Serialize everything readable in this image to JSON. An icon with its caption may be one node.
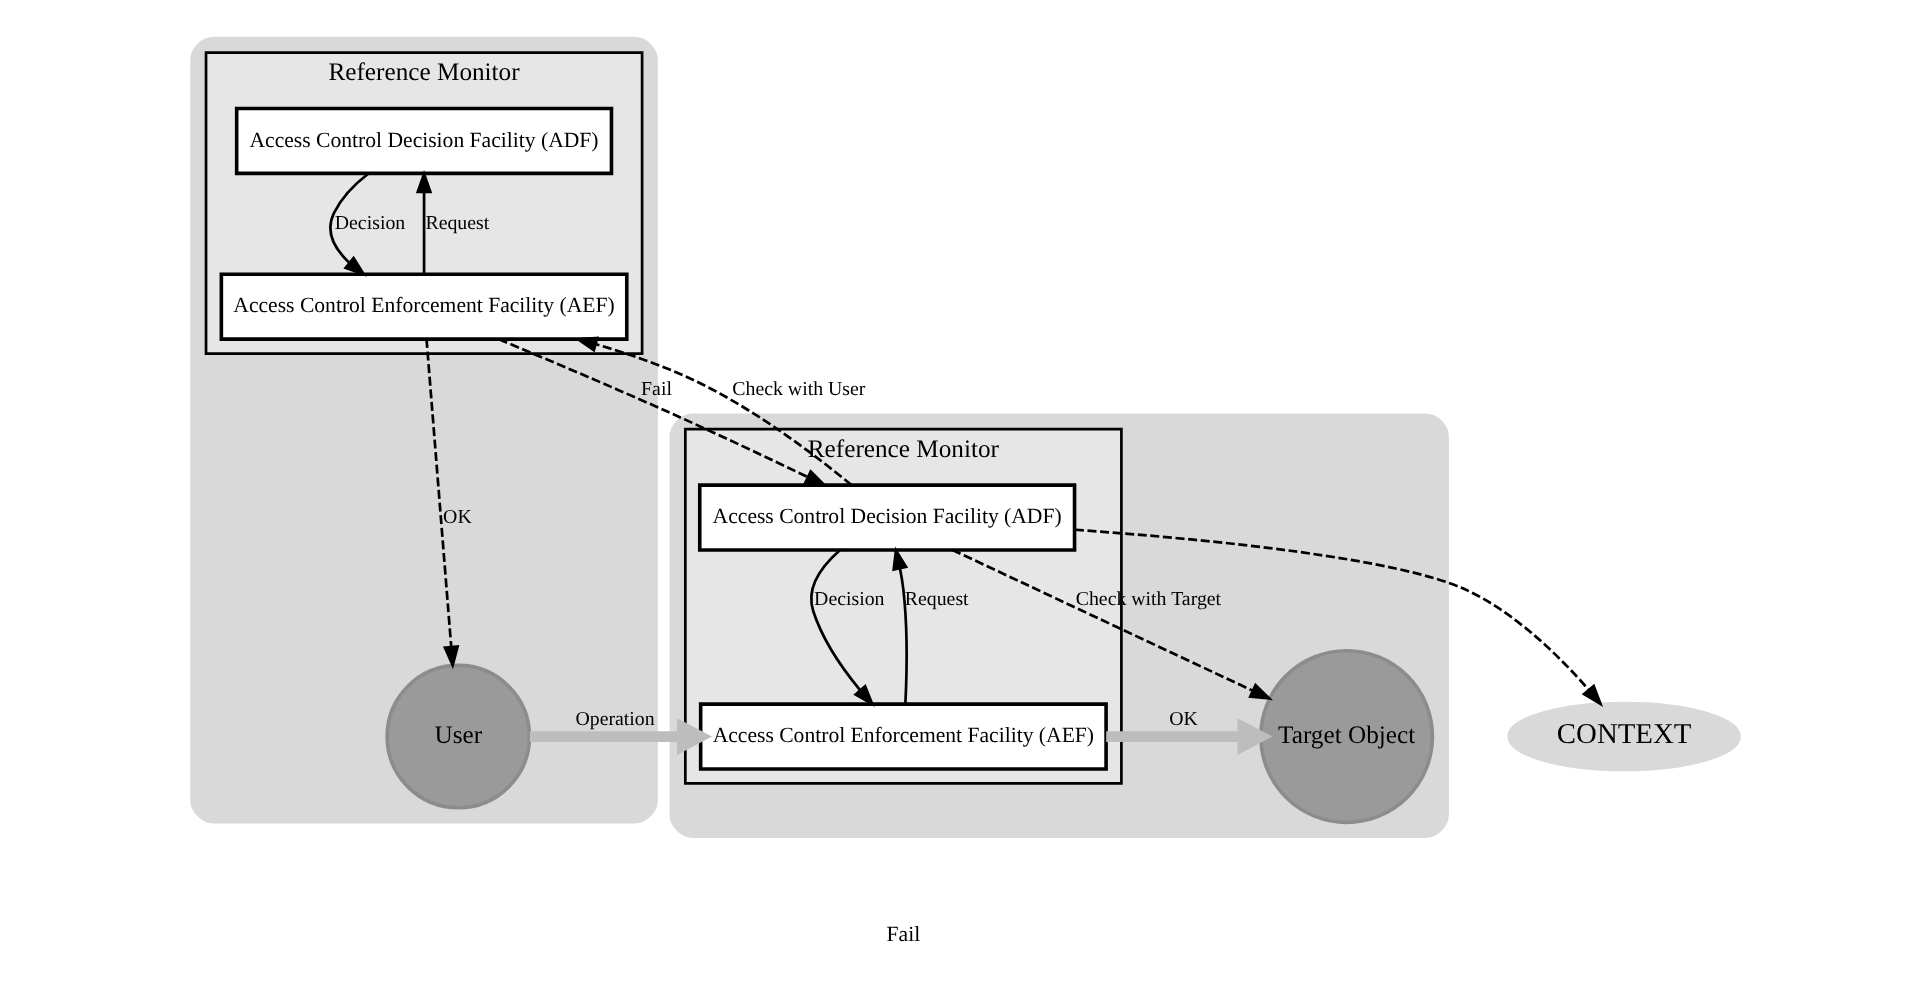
{
  "diagram": {
    "nodes": [
      {
        "text": [],
        "shape": "cloud"
      },
      {
        "text": [
          "Reference Monitor"
        ],
        "in": 0
      },
      {
        "text": [
          "Access Control Decision Facility (ADF)"
        ],
        "in": 1
      },
      {
        "text": [
          "Access Control Enforcement Facility (AEF)"
        ],
        "in": 1
      },
      {
        "text": [
          "User"
        ],
        "in": 0
      },
      {
        "text": [
          "CONTEXT"
        ]
      },
      {
        "text": [],
        "shape": "cloud"
      },
      {
        "text": [
          "Reference Monitor"
        ],
        "in": 6
      },
      {
        "text": [
          "Access Control Decision Facility (ADF)"
        ],
        "in": 7
      },
      {
        "text": [
          "Access Control Enforcement Facility (AEF)"
        ],
        "in": 7
      },
      {
        "text": [
          "Target Object"
        ],
        "in": 6
      }
    ],
    "edges": [
      {
        "from": 3,
        "to": 2,
        "arrow": "to",
        "label": "Request"
      },
      {
        "from": 2,
        "to": 3,
        "arrow": "to",
        "label": "Decision"
      },
      {
        "from": 3,
        "to": 4,
        "arrow": "to",
        "label": "OK",
        "style": "dashed"
      },
      {
        "from": 3,
        "to": 8,
        "arrow": "to",
        "label": "Fail",
        "style": "dashed"
      },
      {
        "from": 8,
        "to": 3,
        "arrow": "to",
        "label": "Check with User",
        "style": "dashed"
      },
      {
        "from": 8,
        "to": 5,
        "arrow": "to",
        "style": "dashed"
      },
      {
        "from": 8,
        "to": 10,
        "arrow": "to",
        "label": "Check with Target",
        "style": "dashed"
      },
      {
        "from": 4,
        "to": 9,
        "arrow": "to",
        "label": "Operation",
        "style": "thick",
        "color": "#bdbdbd"
      },
      {
        "from": 9,
        "to": 8,
        "arrow": "to",
        "label": "Request"
      },
      {
        "from": 8,
        "to": 9,
        "arrow": "to",
        "label": "Decision"
      },
      {
        "from": 9,
        "to": 10,
        "arrow": "to",
        "label": "OK",
        "style": "thick",
        "color": "#bdbdbd"
      }
    ],
    "labels": [
      "Fail"
    ]
  }
}
